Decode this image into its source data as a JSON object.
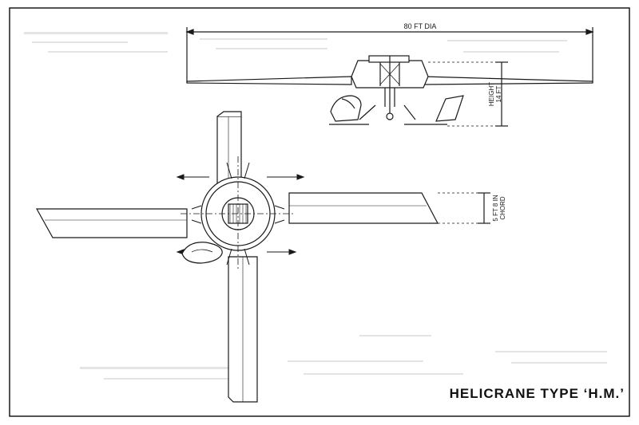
{
  "title": "HELICRANE TYPE ‘H.M.’",
  "dimensions": {
    "diameter": "80 FT DIA",
    "height_line1": "HEIGHT",
    "height_line2": "14 FT",
    "chord_line1": "5 FT 8 IN",
    "chord_line2": "CHORD"
  },
  "colors": {
    "ink": "#1a1a1a",
    "paper": "#ffffff",
    "noise": "#d6d6d6"
  }
}
